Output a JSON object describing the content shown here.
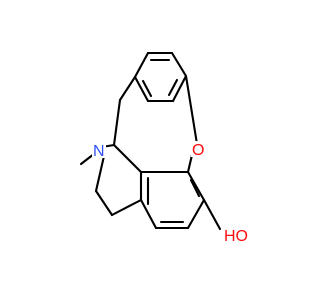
{
  "molecule": {
    "atoms": {
      "oxygen_ring": "O",
      "nitrogen": "N",
      "hydroxyl": "HO"
    },
    "colors": {
      "bond": "#000000",
      "oxygen": "#ff0d0d",
      "nitrogen": "#3050f8",
      "background": "#ffffff"
    }
  }
}
